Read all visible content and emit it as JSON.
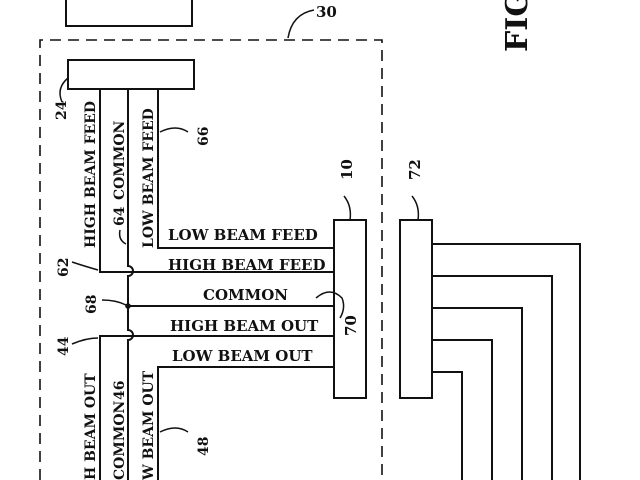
{
  "figure_label": "FIG",
  "refs": {
    "r30": "30",
    "r24": "24",
    "r10": "10",
    "r72": "72",
    "r66": "66",
    "r64": "64",
    "r62": "62",
    "r68": "68",
    "r70": "70",
    "r44": "44",
    "r46": "46",
    "r48": "48"
  },
  "wires": {
    "low_beam_feed": "LOW BEAM FEED",
    "high_beam_feed": "HIGH BEAM FEED",
    "common": "COMMON",
    "high_beam_out": "HIGH BEAM OUT",
    "low_beam_out": "LOW BEAM OUT"
  },
  "vertical_labels": {
    "high_beam_feed": "HIGH BEAM FEED",
    "common_64": "COMMON",
    "low_beam_feed": "LOW BEAM FEED",
    "high_beam_out": "H BEAM OUT",
    "common_46": "COMMON",
    "low_beam_out": "W BEAM OUT"
  }
}
